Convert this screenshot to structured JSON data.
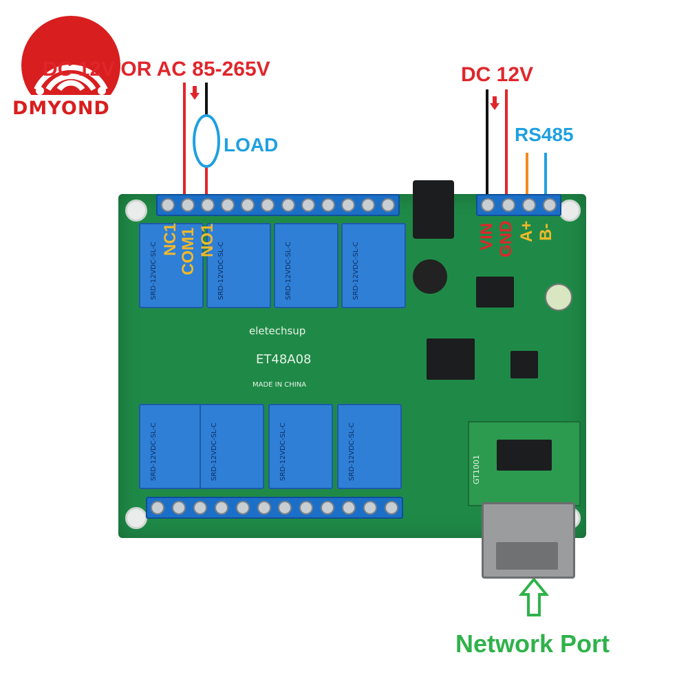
{
  "brand": {
    "name": "DMYOND"
  },
  "labels": {
    "ac_power": "DC 12V OR AC 85-265V",
    "dc_power": "DC 12V",
    "rs485": "RS485",
    "load": "LOAD",
    "network_port": "Network Port"
  },
  "terminal_labels": {
    "nc1": "NC1",
    "com1": "COM1",
    "no1": "NO1",
    "vin": "VIN",
    "gnd": "GND",
    "a_plus": "A+",
    "b_minus": "B-"
  },
  "board": {
    "brand": "eletechsup",
    "model": "ET48A08",
    "origin": "MADE IN CHINA",
    "relay_text": "SRD-12VDC-SL-C",
    "port_module": "GT1001"
  },
  "colors": {
    "brand_red": "#d81e1e",
    "label_red": "#e0262b",
    "label_blue": "#1fa0e0",
    "label_green": "#2fb24a",
    "pcb_green": "#1f8a47",
    "relay_blue": "#2f7fd6",
    "terminal_yellow": "#f0b92a"
  }
}
